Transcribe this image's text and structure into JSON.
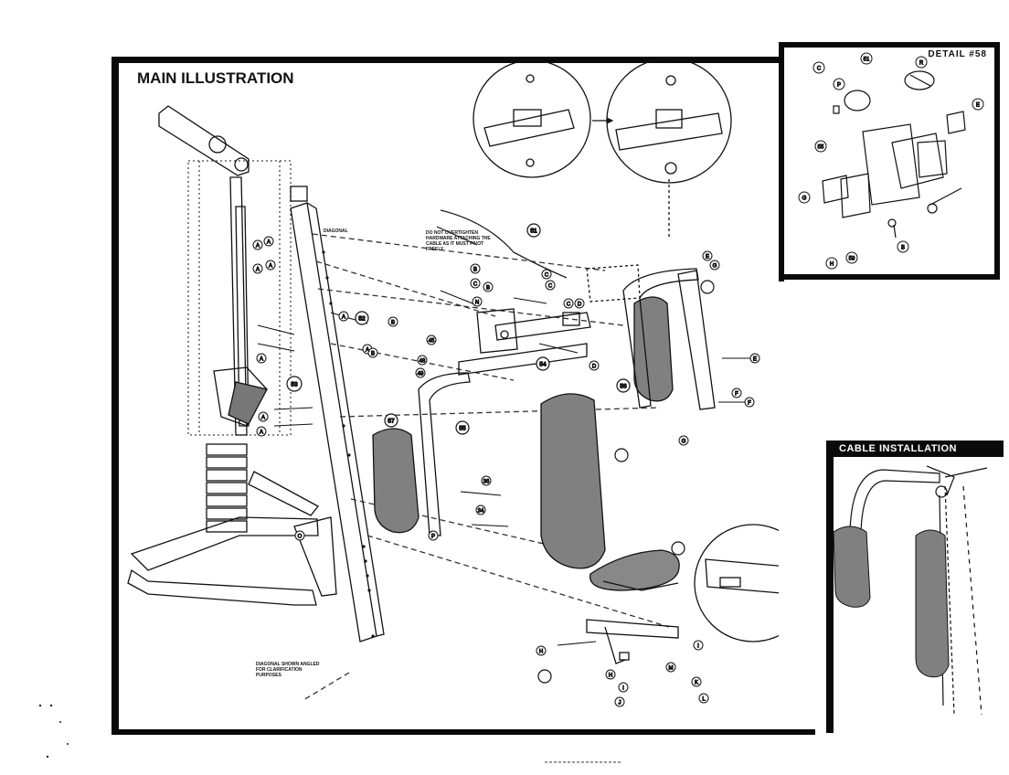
{
  "main": {
    "title": "MAIN ILLUSTRATION",
    "note_hardware": "DO NOT OVERTIGHTEN HARDWARE ATTACHING THE CABLE AS IT MUST PIVOT FREELY",
    "label_diagonal_top": "DIAGONAL",
    "note_diagonal_bottom": "DIAGONAL SHOWN ANGLED FOR CLARIFICATION PURPOSES",
    "callouts": [
      "A",
      "A",
      "A",
      "A",
      "A",
      "A",
      "A",
      "A",
      "A",
      "B",
      "B",
      "B",
      "B",
      "C",
      "C",
      "C",
      "C",
      "D",
      "D",
      "E",
      "E",
      "F",
      "F",
      "G",
      "G",
      "H",
      "H",
      "I",
      "I",
      "J",
      "K",
      "L",
      "M",
      "N",
      "O",
      "P",
      "34",
      "36",
      "45",
      "48",
      "49",
      "51",
      "52",
      "53",
      "54",
      "55",
      "56",
      "57"
    ]
  },
  "detail": {
    "title": "DETAIL #58",
    "callouts": [
      "C",
      "P",
      "51",
      "R",
      "E",
      "55",
      "G",
      "59",
      "H",
      "B"
    ]
  },
  "cable": {
    "title": "CABLE INSTALLATION"
  },
  "colors": {
    "ink": "#0a0a0a",
    "paper": "#ffffff",
    "pad": "#7a7a7a"
  }
}
